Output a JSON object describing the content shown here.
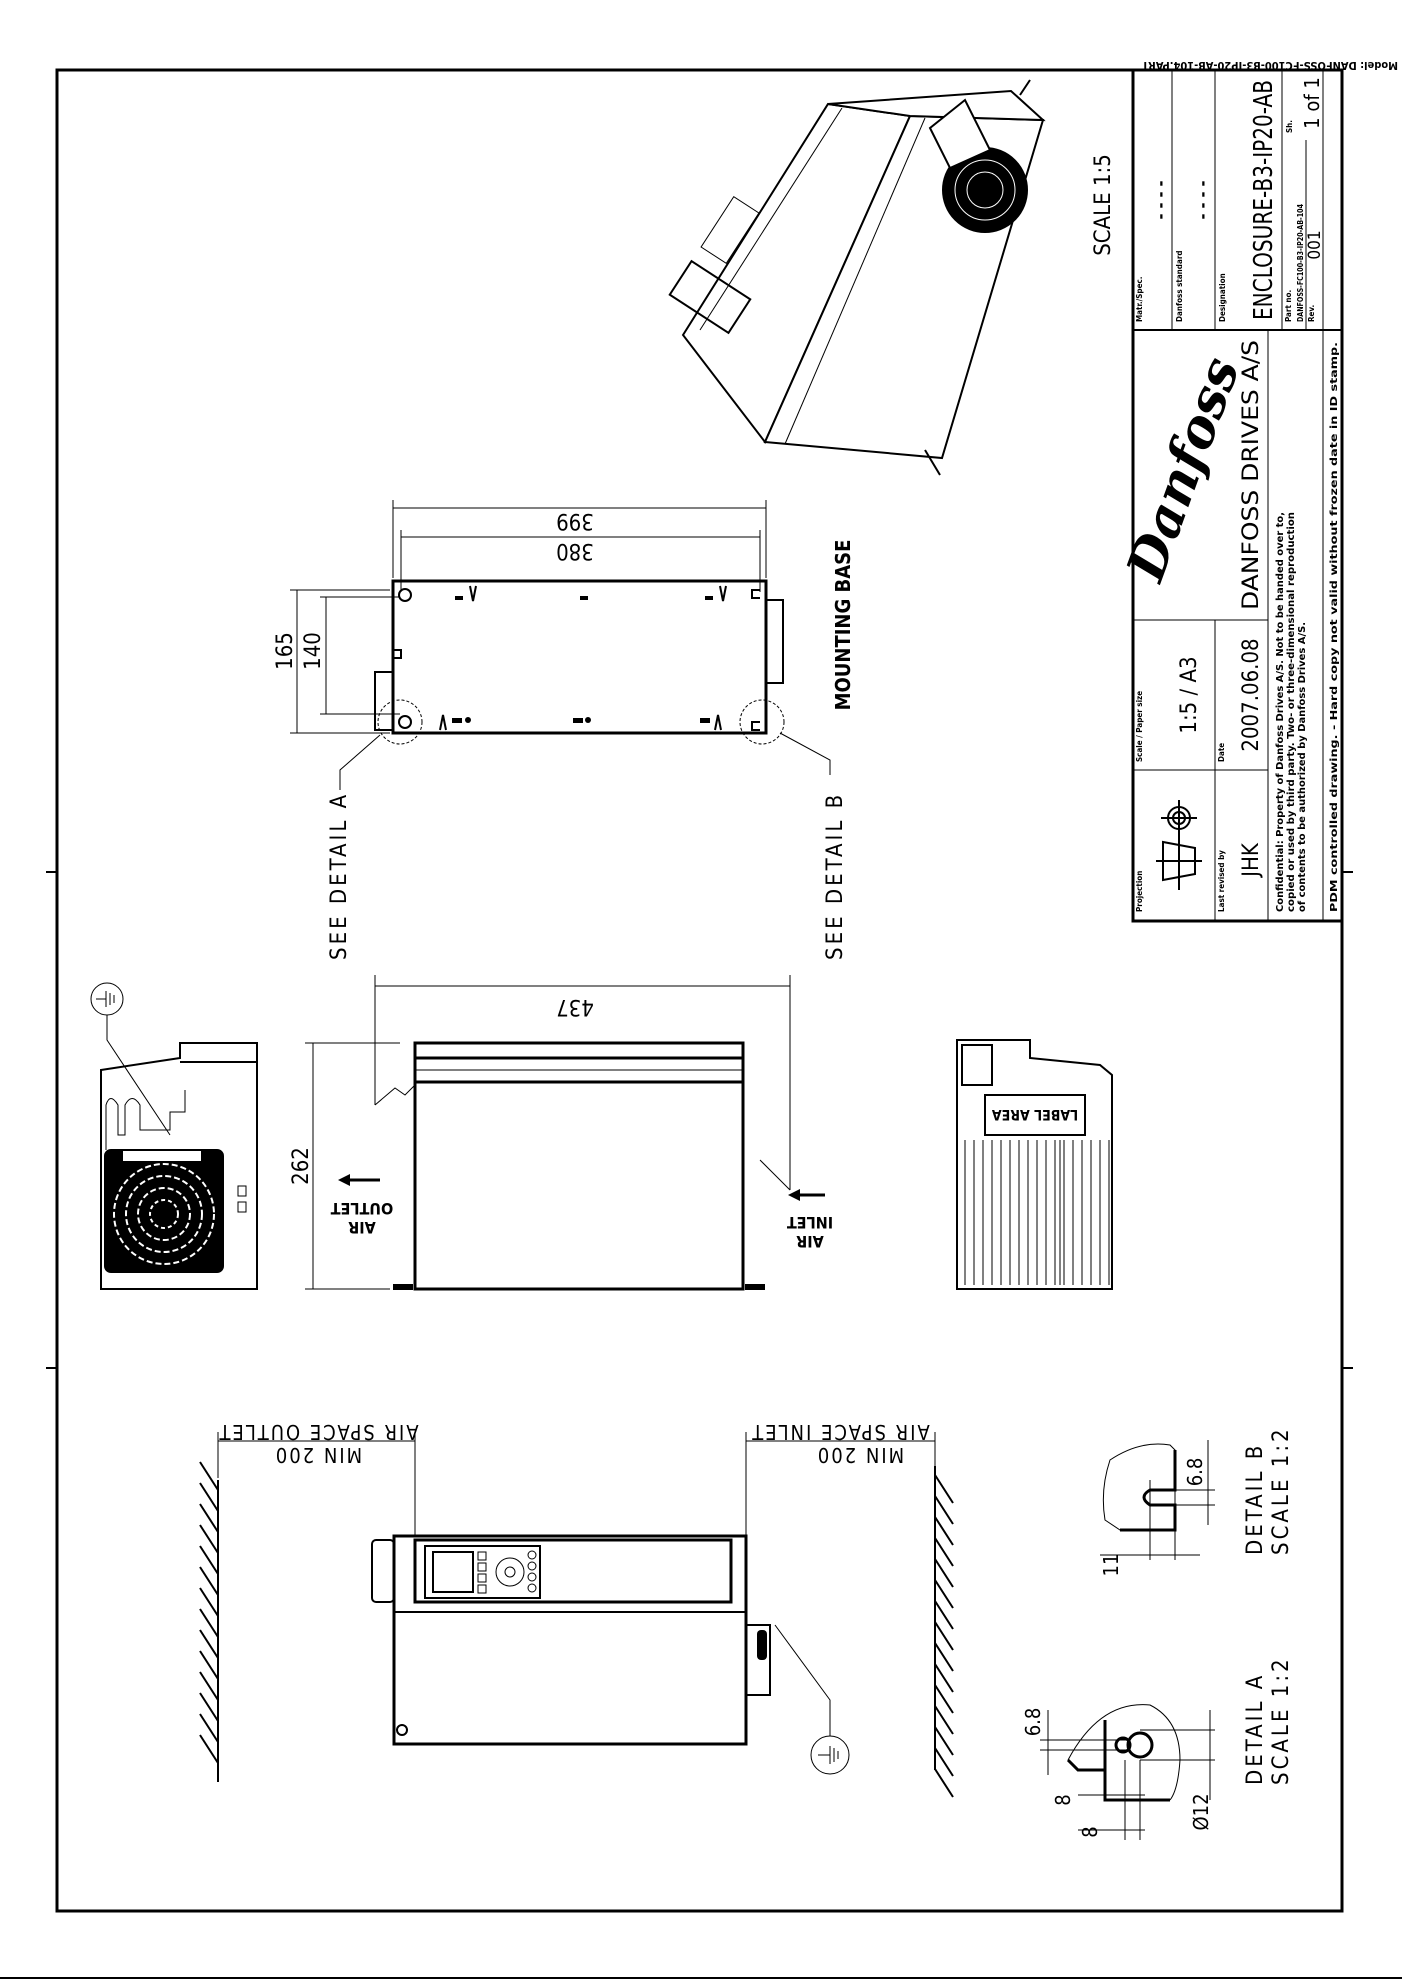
{
  "model_line": "Model: DANFOSS-FC100-B3-IP20-AB-104.PART",
  "title_block": {
    "matr_spec_label": "Matr./Spec.",
    "matr_spec_value": "- - - -",
    "danfoss_standard_label": "Danfoss standard",
    "danfoss_standard_value": "- - - -",
    "designation_label": "Designation",
    "designation_value": "ENCLOSURE-B3-IP20-AB",
    "part_no_label": "Part no.",
    "part_no_value": "DANFOSS-FC100-B3-IP20-AB-104",
    "sheet_label": "Sh.",
    "sheet_value": "1 of 1",
    "rev_label": "Rev.",
    "rev_value": "001",
    "projection_label": "Projection",
    "scale_label": "Scale / Paper size",
    "scale_value": "1:5 / A3",
    "last_revised_label": "Last revised by",
    "last_revised_value": "JHK",
    "date_label": "Date",
    "date_value": "2007.06.08",
    "logo_text": "Danfoss",
    "company": "DANFOSS DRIVES A/S",
    "confidential": [
      "Confidential: Property of Danfoss Drives A/S. Not to be handed over to,",
      "copied or used by third party. Two- or three-dimensional reproduction",
      "of contents to be authorized by Danfoss Drives A/S."
    ],
    "pdm_note": "PDM controlled drawing. - Hard copy not valid without frozen date in ID stamp."
  },
  "iso_view": {
    "scale_label": "SCALE 1:5"
  },
  "mounting_base": {
    "title": "MOUNTING BASE",
    "dim_overall_length": "399",
    "dim_hole_spacing_length": "380",
    "dim_overall_width": "165",
    "dim_hole_spacing_width": "140",
    "see_detail_a": "SEE DETAIL A",
    "see_detail_b": "SEE DETAIL B"
  },
  "side_view": {
    "dim_depth": "437",
    "dim_height": "262",
    "air_outlet": [
      "AIR",
      "OUTLET"
    ],
    "air_inlet": [
      "AIR",
      "INLET"
    ]
  },
  "end_view": {
    "label_area": "LABEL AREA"
  },
  "front_view": {
    "outlet_label": "AIR SPACE OUTLET",
    "outlet_min": "MIN 200",
    "inlet_label": "AIR SPACE INLET",
    "inlet_min": "MIN 200"
  },
  "detail_a": {
    "title": "DETAIL A",
    "scale": "SCALE 1:2",
    "dim_slot": "6.8",
    "dim_a": "8",
    "dim_b": "8",
    "dim_hole": "Ø12"
  },
  "detail_b": {
    "title": "DETAIL B",
    "scale": "SCALE 1:2",
    "dim_slot": "6.8",
    "dim_width": "11"
  }
}
